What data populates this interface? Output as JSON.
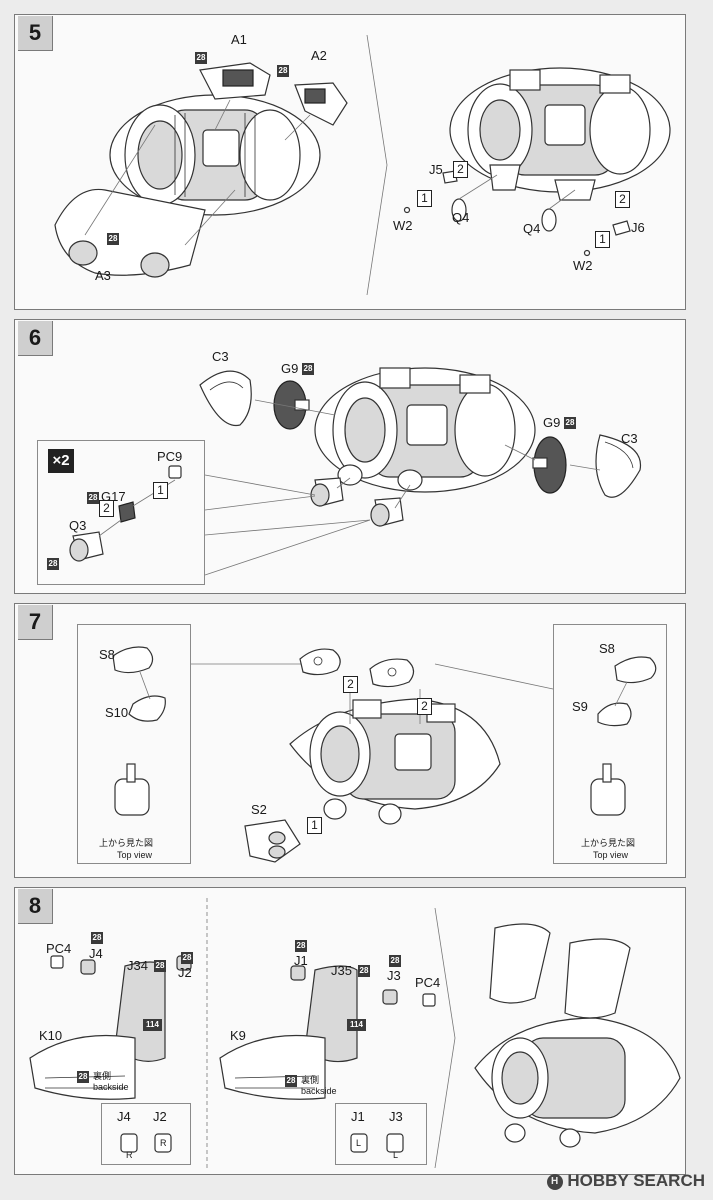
{
  "steps": [
    {
      "number": "5",
      "labels": {
        "a1": "A1",
        "a2": "A2",
        "a3": "A3",
        "j5": "J5",
        "j6": "J6",
        "q4_left": "Q4",
        "q4_right": "Q4",
        "w2_left": "W2",
        "w2_right": "W2"
      },
      "paint": {
        "a1": "28",
        "a2": "28",
        "a3": "28"
      },
      "sequence": {
        "j5": "2",
        "w2_left": "1",
        "j6": "2",
        "w2_right": "1"
      }
    },
    {
      "number": "6",
      "labels": {
        "c3_left": "C3",
        "c3_right": "C3",
        "g9_left": "G9",
        "g9_right": "G9",
        "pc9": "PC9",
        "g17": "G17",
        "q3": "Q3"
      },
      "paint": {
        "g9_left": "28",
        "g9_right": "28",
        "g17": "28",
        "q3": "28"
      },
      "sequence": {
        "pc9": "1",
        "g17": "2"
      },
      "inset_multiplier": "×2"
    },
    {
      "number": "7",
      "labels": {
        "s8_left": "S8",
        "s8_right": "S8",
        "s10": "S10",
        "s9": "S9",
        "s2": "S2"
      },
      "sequence": {
        "left_cap": "2",
        "right_cap": "2",
        "s2": "1"
      },
      "top_view_jp": "上から見た図",
      "top_view_en": "Top view"
    },
    {
      "number": "8",
      "labels": {
        "pc4_left": "PC4",
        "j4": "J4",
        "j34": "J34",
        "j2": "J2",
        "k10": "K10",
        "j1": "J1",
        "j35": "J35",
        "j3": "J3",
        "pc4_right": "PC4",
        "k9": "K9"
      },
      "paint": {
        "j4": "28",
        "j34": "28",
        "j2": "28",
        "k10": "28",
        "j1": "28",
        "j35": "28",
        "j3": "28",
        "k9": "28",
        "j34_body": "114",
        "j35_body": "114"
      },
      "backside_jp": "裏側",
      "backside_en": "backside",
      "legend": {
        "left_a": "J4",
        "left_b": "J2",
        "right_a": "J1",
        "right_b": "J3",
        "r": "R",
        "l": "L"
      }
    }
  ],
  "watermark": {
    "logo": "H",
    "text": "HOBBY SEARCH"
  }
}
